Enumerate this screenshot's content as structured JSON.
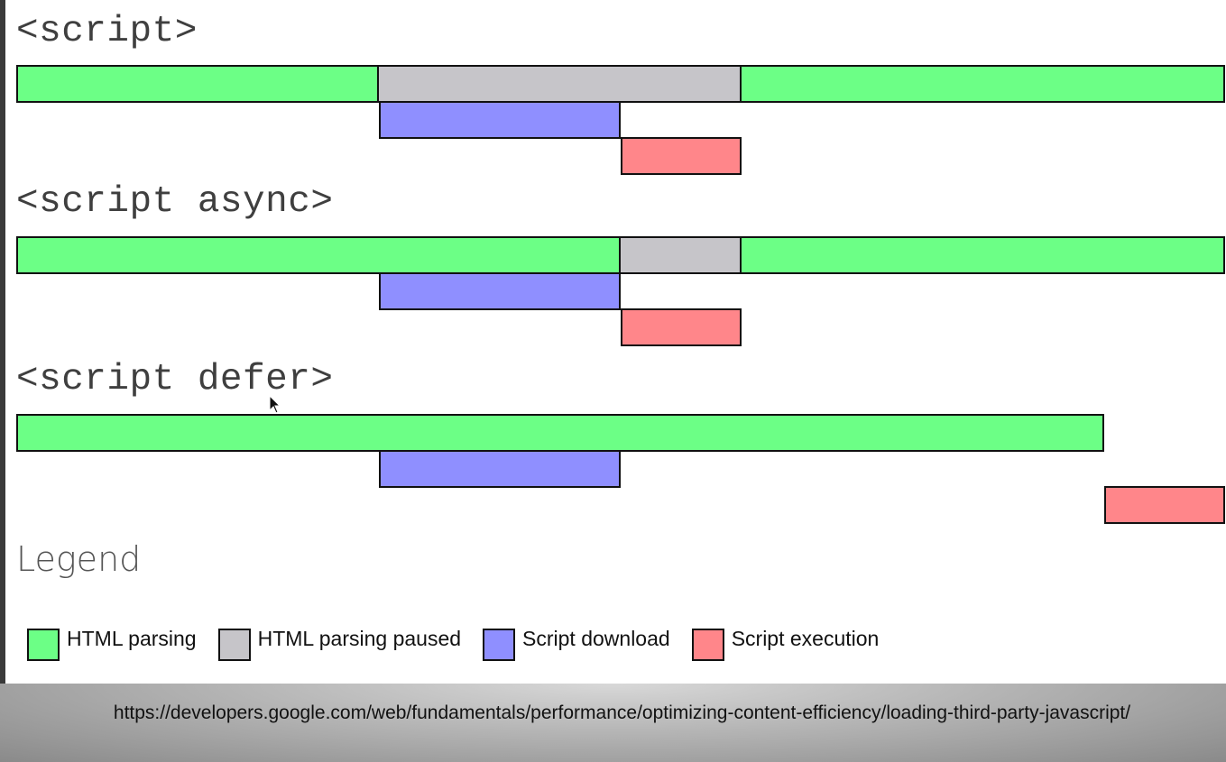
{
  "sections": [
    {
      "title": "<script>",
      "rows": [
        [
          {
            "kind": "parsing",
            "start": 0,
            "end": 30
          },
          {
            "kind": "paused",
            "start": 30,
            "end": 60
          },
          {
            "kind": "parsing",
            "start": 60,
            "end": 100
          }
        ],
        [
          {
            "kind": "download",
            "start": 30,
            "end": 50
          }
        ],
        [
          {
            "kind": "execution",
            "start": 50,
            "end": 60
          }
        ]
      ]
    },
    {
      "title": "<script async>",
      "rows": [
        [
          {
            "kind": "parsing",
            "start": 0,
            "end": 50
          },
          {
            "kind": "paused",
            "start": 50,
            "end": 60
          },
          {
            "kind": "parsing",
            "start": 60,
            "end": 100
          }
        ],
        [
          {
            "kind": "download",
            "start": 30,
            "end": 50
          }
        ],
        [
          {
            "kind": "execution",
            "start": 50,
            "end": 60
          }
        ]
      ]
    },
    {
      "title": "<script defer>",
      "rows": [
        [
          {
            "kind": "parsing",
            "start": 0,
            "end": 90
          }
        ],
        [
          {
            "kind": "download",
            "start": 30,
            "end": 50
          }
        ],
        [
          {
            "kind": "execution",
            "start": 90,
            "end": 100
          }
        ]
      ]
    }
  ],
  "legend": {
    "title": "Legend",
    "items": [
      {
        "kind": "parsing",
        "label": "HTML parsing",
        "color": "#6cff86"
      },
      {
        "kind": "paused",
        "label": "HTML parsing paused",
        "color": "#c6c5c9"
      },
      {
        "kind": "download",
        "label": "Script download",
        "color": "#8f8fff"
      },
      {
        "kind": "execution",
        "label": "Script execution",
        "color": "#ff868a"
      }
    ]
  },
  "footer": {
    "url": "https://developers.google.com/web/fundamentals/performance/optimizing-content-efficiency/loading-third-party-javascript/"
  },
  "cursor_icon": "arrow-cursor-icon"
}
